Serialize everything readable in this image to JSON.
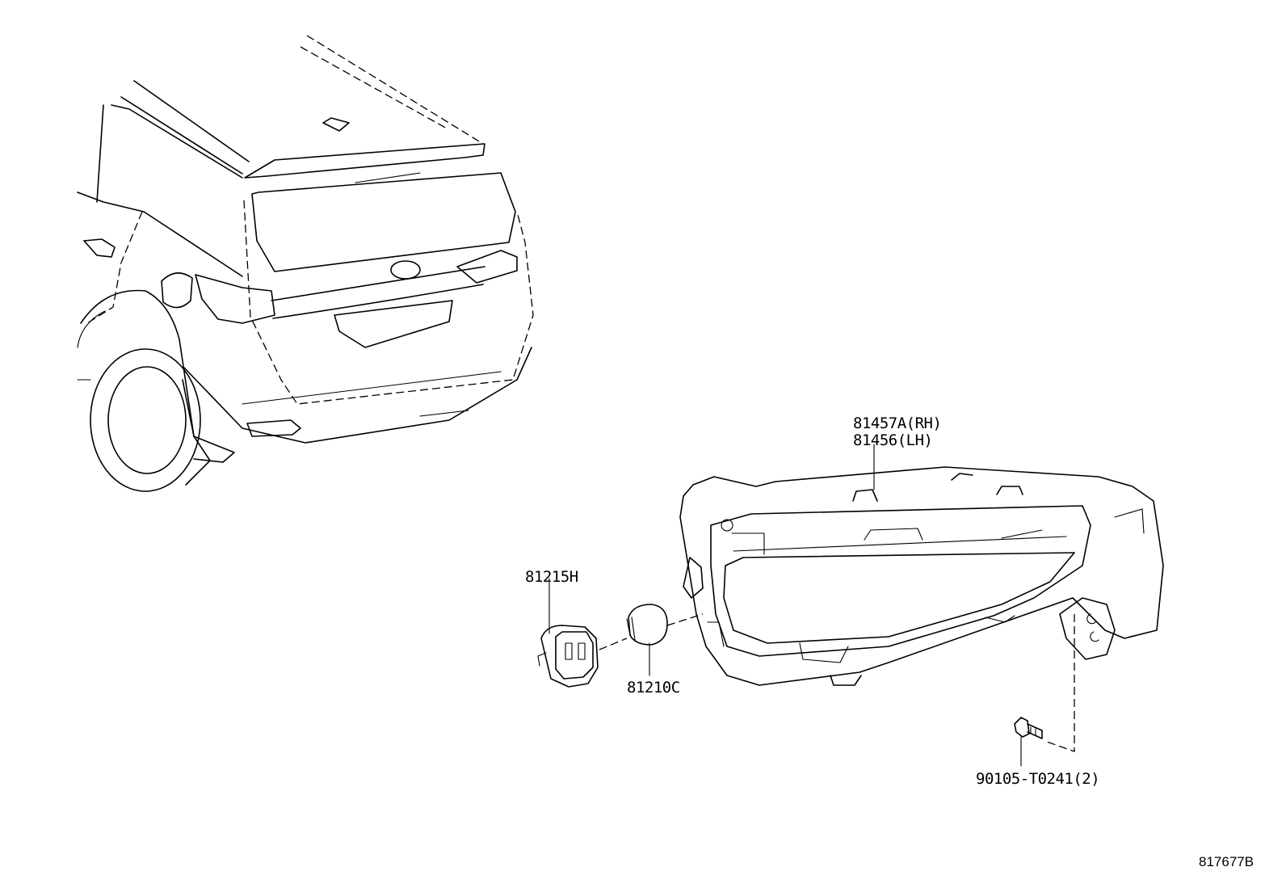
{
  "diagram": {
    "parts": [
      {
        "label": "81457A(RH)"
      },
      {
        "label": "81456(LH)"
      },
      {
        "label": "81215H"
      },
      {
        "label": "81210C"
      },
      {
        "label": "90105-T0241(2)"
      }
    ],
    "ref_code": "817677B"
  }
}
